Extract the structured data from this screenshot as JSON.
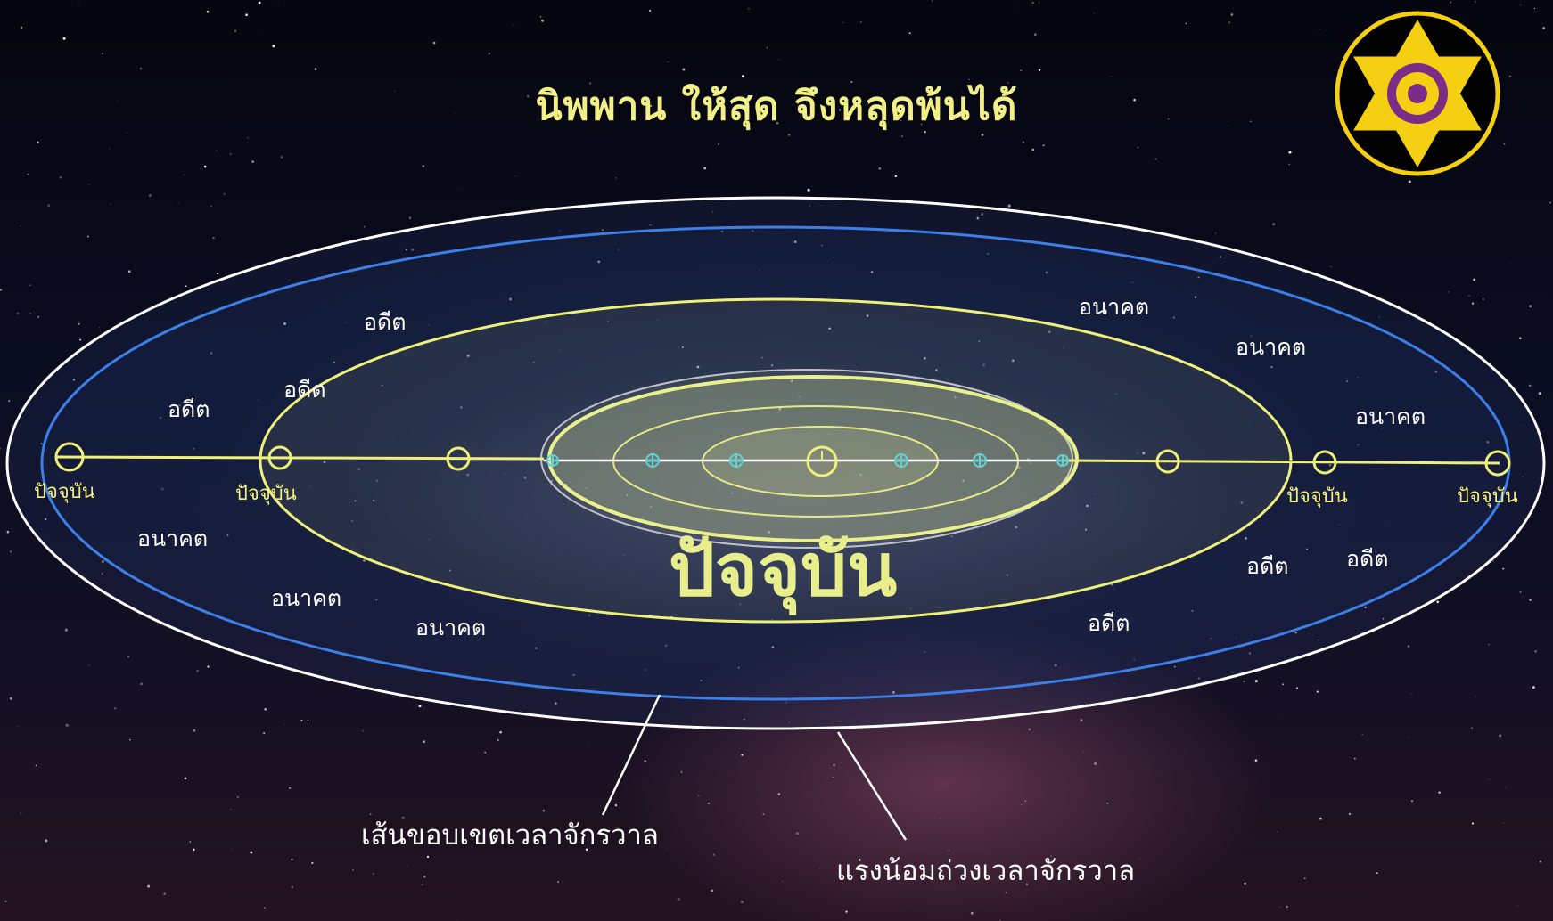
{
  "title": "นิพพาน ให้สุด จึงหลุดพ้นได้",
  "center_label": "ปัจจุบัน",
  "labels": {
    "past": "อดีต",
    "future": "อนาคต",
    "present": "ปัจจุบัน"
  },
  "captions": {
    "boundary": "เส้นขอบเขตเวลาจักรวาล",
    "gravity": "แรงน้อมถ่วงเวลาจักรวาล"
  },
  "colors": {
    "title": "#f2ef86",
    "outer_ring": "#ffffff",
    "blue_ring": "#3d7fe6",
    "yellow_ring": "#eef07a",
    "node_cyan": "#5fd3d6",
    "logo_star": "#f5cf12",
    "logo_center": "#7a2c86"
  }
}
